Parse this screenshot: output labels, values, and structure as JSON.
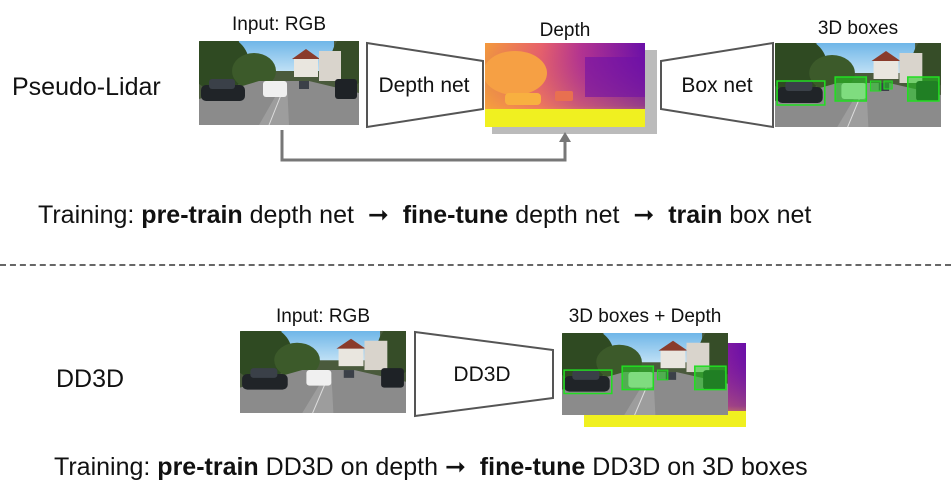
{
  "top": {
    "row_label": "Pseudo-Lidar",
    "input_label": "Input: RGB",
    "depth_label": "Depth",
    "boxes_label": "3D boxes",
    "depth_net": "Depth net",
    "box_net": "Box net",
    "training": {
      "prefix": "Training:",
      "step1_bold": "pre-train",
      "step1_rest": "depth net",
      "step2_bold": "fine-tune",
      "step2_rest": "depth net",
      "step3_bold": "train",
      "step3_rest": "box net",
      "arrow": "➞"
    }
  },
  "bottom": {
    "row_label": "DD3D",
    "input_label": "Input: RGB",
    "output_label": "3D boxes + Depth",
    "net": "DD3D",
    "training": {
      "prefix": "Training:",
      "step1_bold": "pre-train",
      "step1_rest": "DD3D on depth",
      "arrow": "➞",
      "step2_bold": "fine-tune",
      "step2_rest": "DD3D on 3D boxes"
    }
  },
  "colors": {
    "box_green": "#22dd22",
    "depth_purple": "#7a11a8",
    "depth_orange": "#f49a3c",
    "depth_yellow": "#f0f020",
    "arrow_gray": "#777777",
    "divider": "#666666"
  }
}
